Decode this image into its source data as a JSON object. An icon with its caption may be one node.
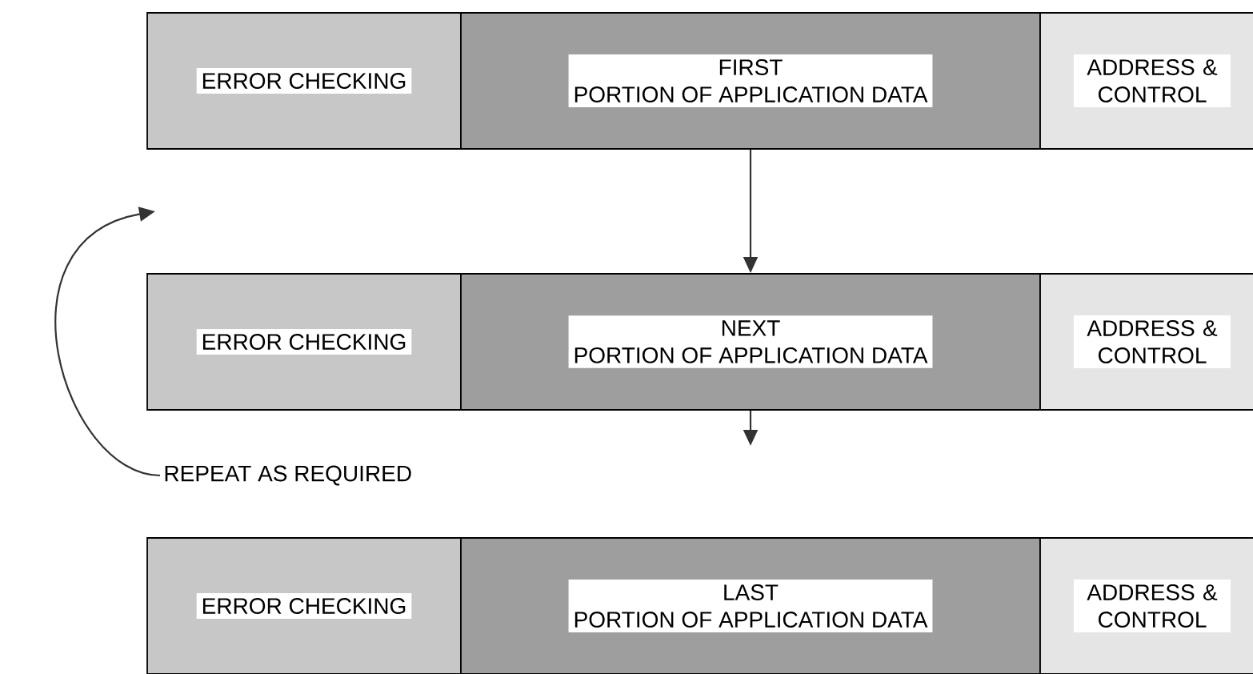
{
  "diagram": {
    "nodes": [
      {
        "text": [
          "ERROR CHECKING"
        ]
      },
      {
        "text": [
          "FIRST",
          "PORTION OF APPLICATION DATA"
        ]
      },
      {
        "text": [
          "ADDRESS & CONTROL"
        ]
      },
      {
        "text": [
          "ERROR CHECKING"
        ]
      },
      {
        "text": [
          "NEXT",
          "PORTION OF APPLICATION DATA"
        ]
      },
      {
        "text": [
          "ADDRESS & CONTROL"
        ]
      },
      {
        "text": [
          "ERROR CHECKING"
        ]
      },
      {
        "text": [
          "LAST",
          "PORTION OF APPLICATION DATA"
        ]
      },
      {
        "text": [
          "ADDRESS & CONTROL"
        ]
      },
      {
        "text": [
          "REPEAT AS REQUIRED"
        ]
      }
    ],
    "edges": [
      {
        "from": 1,
        "to": 4,
        "arrow": "to"
      },
      {
        "from": 4,
        "to": null,
        "arrow": "to"
      },
      {
        "from": 9,
        "to": null,
        "arrow": "to"
      }
    ]
  }
}
